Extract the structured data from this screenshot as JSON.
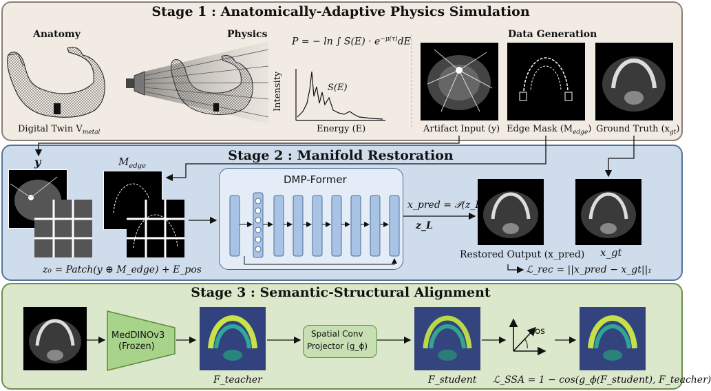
{
  "stage1": {
    "title": "Stage 1 : Anatomically-Adaptive Physics Simulation",
    "anatomy_header": "Anatomy",
    "physics_header": "Physics",
    "datagen_header": "Data Generation",
    "digital_twin": "Digital Twin V",
    "digital_twin_sub": "metal",
    "formula_prefix": "P = − ln ∫ S(E) · e",
    "formula_exp": "−μ(τ)",
    "formula_suffix": "dE",
    "curve_label": "S(E)",
    "y_axis": "Intensity",
    "x_axis": "Energy (E)",
    "artifact_input": "Artifact Input (y)",
    "edge_mask": "Edge Mask (M",
    "edge_mask_sub": "edge",
    "edge_mask_end": ")",
    "ground_truth": "Ground Truth (x",
    "ground_truth_sub": "gt",
    "ground_truth_end": ")"
  },
  "stage2": {
    "title": "Stage 2 : Manifold Restoration",
    "y_label": "y",
    "medge_label": "M",
    "medge_sub": "edge",
    "z0_formula": "z₀ = Patch(y ⊕ M_edge) + E_pos",
    "dmp_former": "DMP-Former",
    "xpred_formula": "x_pred = 𝒫(z_L)",
    "zl_label": "z_L",
    "restored_output": "Restored Output (x_pred)",
    "xgt_label": "x_gt",
    "loss_rec": "ℒ_rec = ||x_pred − x_gt||₁"
  },
  "stage3": {
    "title": "Stage 3 : Semantic-Structural Alignment",
    "meddino": "MedDINOv3",
    "meddino_sub": "(Frozen)",
    "spatial_conv": "Spatial Conv",
    "projector": "Projector (g_ϕ)",
    "f_teacher": "F_teacher",
    "f_student": "F_student",
    "cos_label": "cos",
    "loss_ssa": "ℒ_SSA = 1 − cos(g_ϕ(F_student), F_teacher)"
  },
  "colors": {
    "stage1_bg": "#f1ebe3",
    "stage2_bg": "#cfdcec",
    "stage3_bg": "#dbe8cb",
    "transformer_block": "#a9c3e4",
    "meddino_fill": "#a8d38a"
  }
}
